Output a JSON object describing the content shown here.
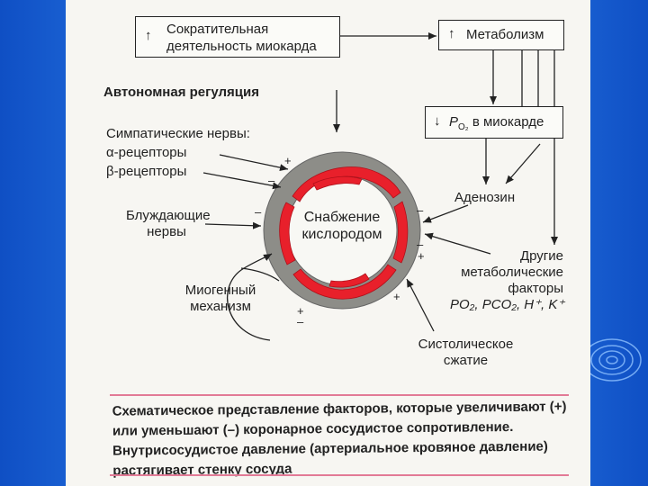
{
  "boxes": {
    "contractility": "Сократительная деятельность миокарда",
    "metabolism": "Метаболизм",
    "po2": {
      "p": "P",
      "sub": "O₂",
      "rest": "в миокарде"
    }
  },
  "labels": {
    "autonomic": "Автономная регуляция",
    "sympathetic": "Симпатические нервы:",
    "alpha": "α-рецепторы",
    "beta": "β-рецепторы",
    "vagus": "Блуждающие нервы",
    "myogenic": "Миогенный механизм",
    "adenosine": "Аденозин",
    "other_metabolic": "Другие метаболические факторы",
    "other_metabolic_formula": "PO₂, PCO₂, H⁺, K⁺",
    "systolic": "Систолическое сжатие",
    "center": "Снабжение кислородом"
  },
  "signs": {
    "plus": "+",
    "minus": "–"
  },
  "caption": "Схематическое представление факторов, которые увеличивают (+) или уменьшают (–) коронарное сосудистое сопротивление. Внутрисосудистое давление (артериальное кровяное давление) растягивает стенку сосуда",
  "colors": {
    "slide_blue": "#2a7be8",
    "page": "#f7f6f2",
    "ring_gray": "#8d8d88",
    "muscle_red": "#e8202b",
    "rule_pink": "#e27a96"
  }
}
